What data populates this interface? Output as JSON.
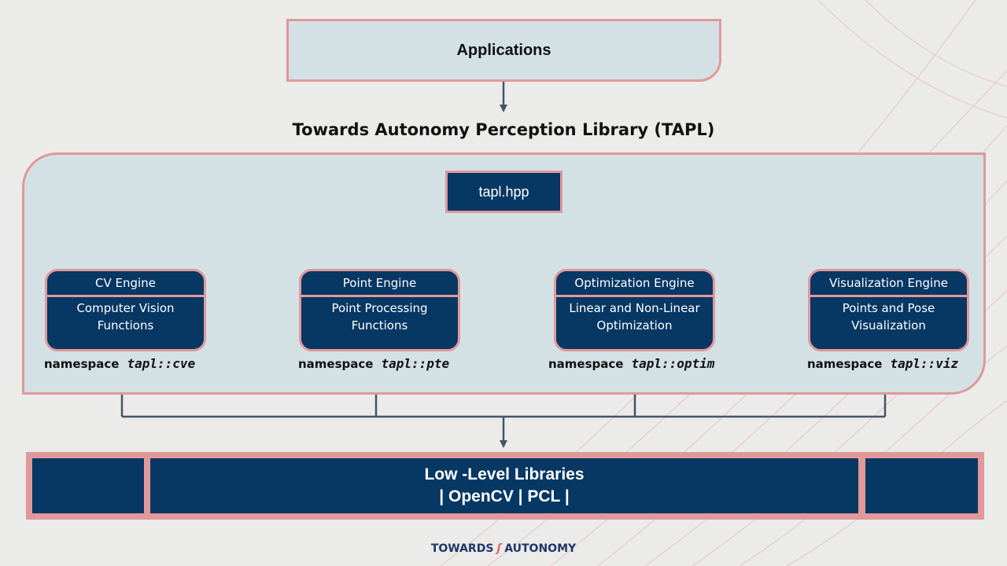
{
  "applications": {
    "label": "Applications"
  },
  "library": {
    "title": "Towards Autonomy Perception Library (TAPL)",
    "header_file": "tapl.hpp"
  },
  "engines": [
    {
      "title": "CV Engine",
      "desc_line1": "Computer Vision",
      "desc_line2": "Functions",
      "ns_keyword": "namespace",
      "ns_name": "tapl::cve"
    },
    {
      "title": "Point Engine",
      "desc_line1": "Point Processing",
      "desc_line2": "Functions",
      "ns_keyword": "namespace",
      "ns_name": "tapl::pte"
    },
    {
      "title": "Optimization Engine",
      "desc_line1": "Linear and Non-Linear",
      "desc_line2": "Optimization",
      "ns_keyword": "namespace",
      "ns_name": "tapl::optim"
    },
    {
      "title": "Visualization Engine",
      "desc_line1": "Points and Pose",
      "desc_line2": "Visualization",
      "ns_keyword": "namespace",
      "ns_name": "tapl::viz"
    }
  ],
  "low_level": {
    "line1": "Low -Level Libraries",
    "line2": "| OpenCV | PCL |"
  },
  "logo": {
    "left_text": "TOWARDS",
    "mark": "ʃ",
    "right_text": "AUTONOMY"
  },
  "colors": {
    "background": "#ebebea",
    "box_fill": "#d3e1e4",
    "border_pink": "#e1989b",
    "navy": "#073763",
    "connector": "#44546a"
  }
}
